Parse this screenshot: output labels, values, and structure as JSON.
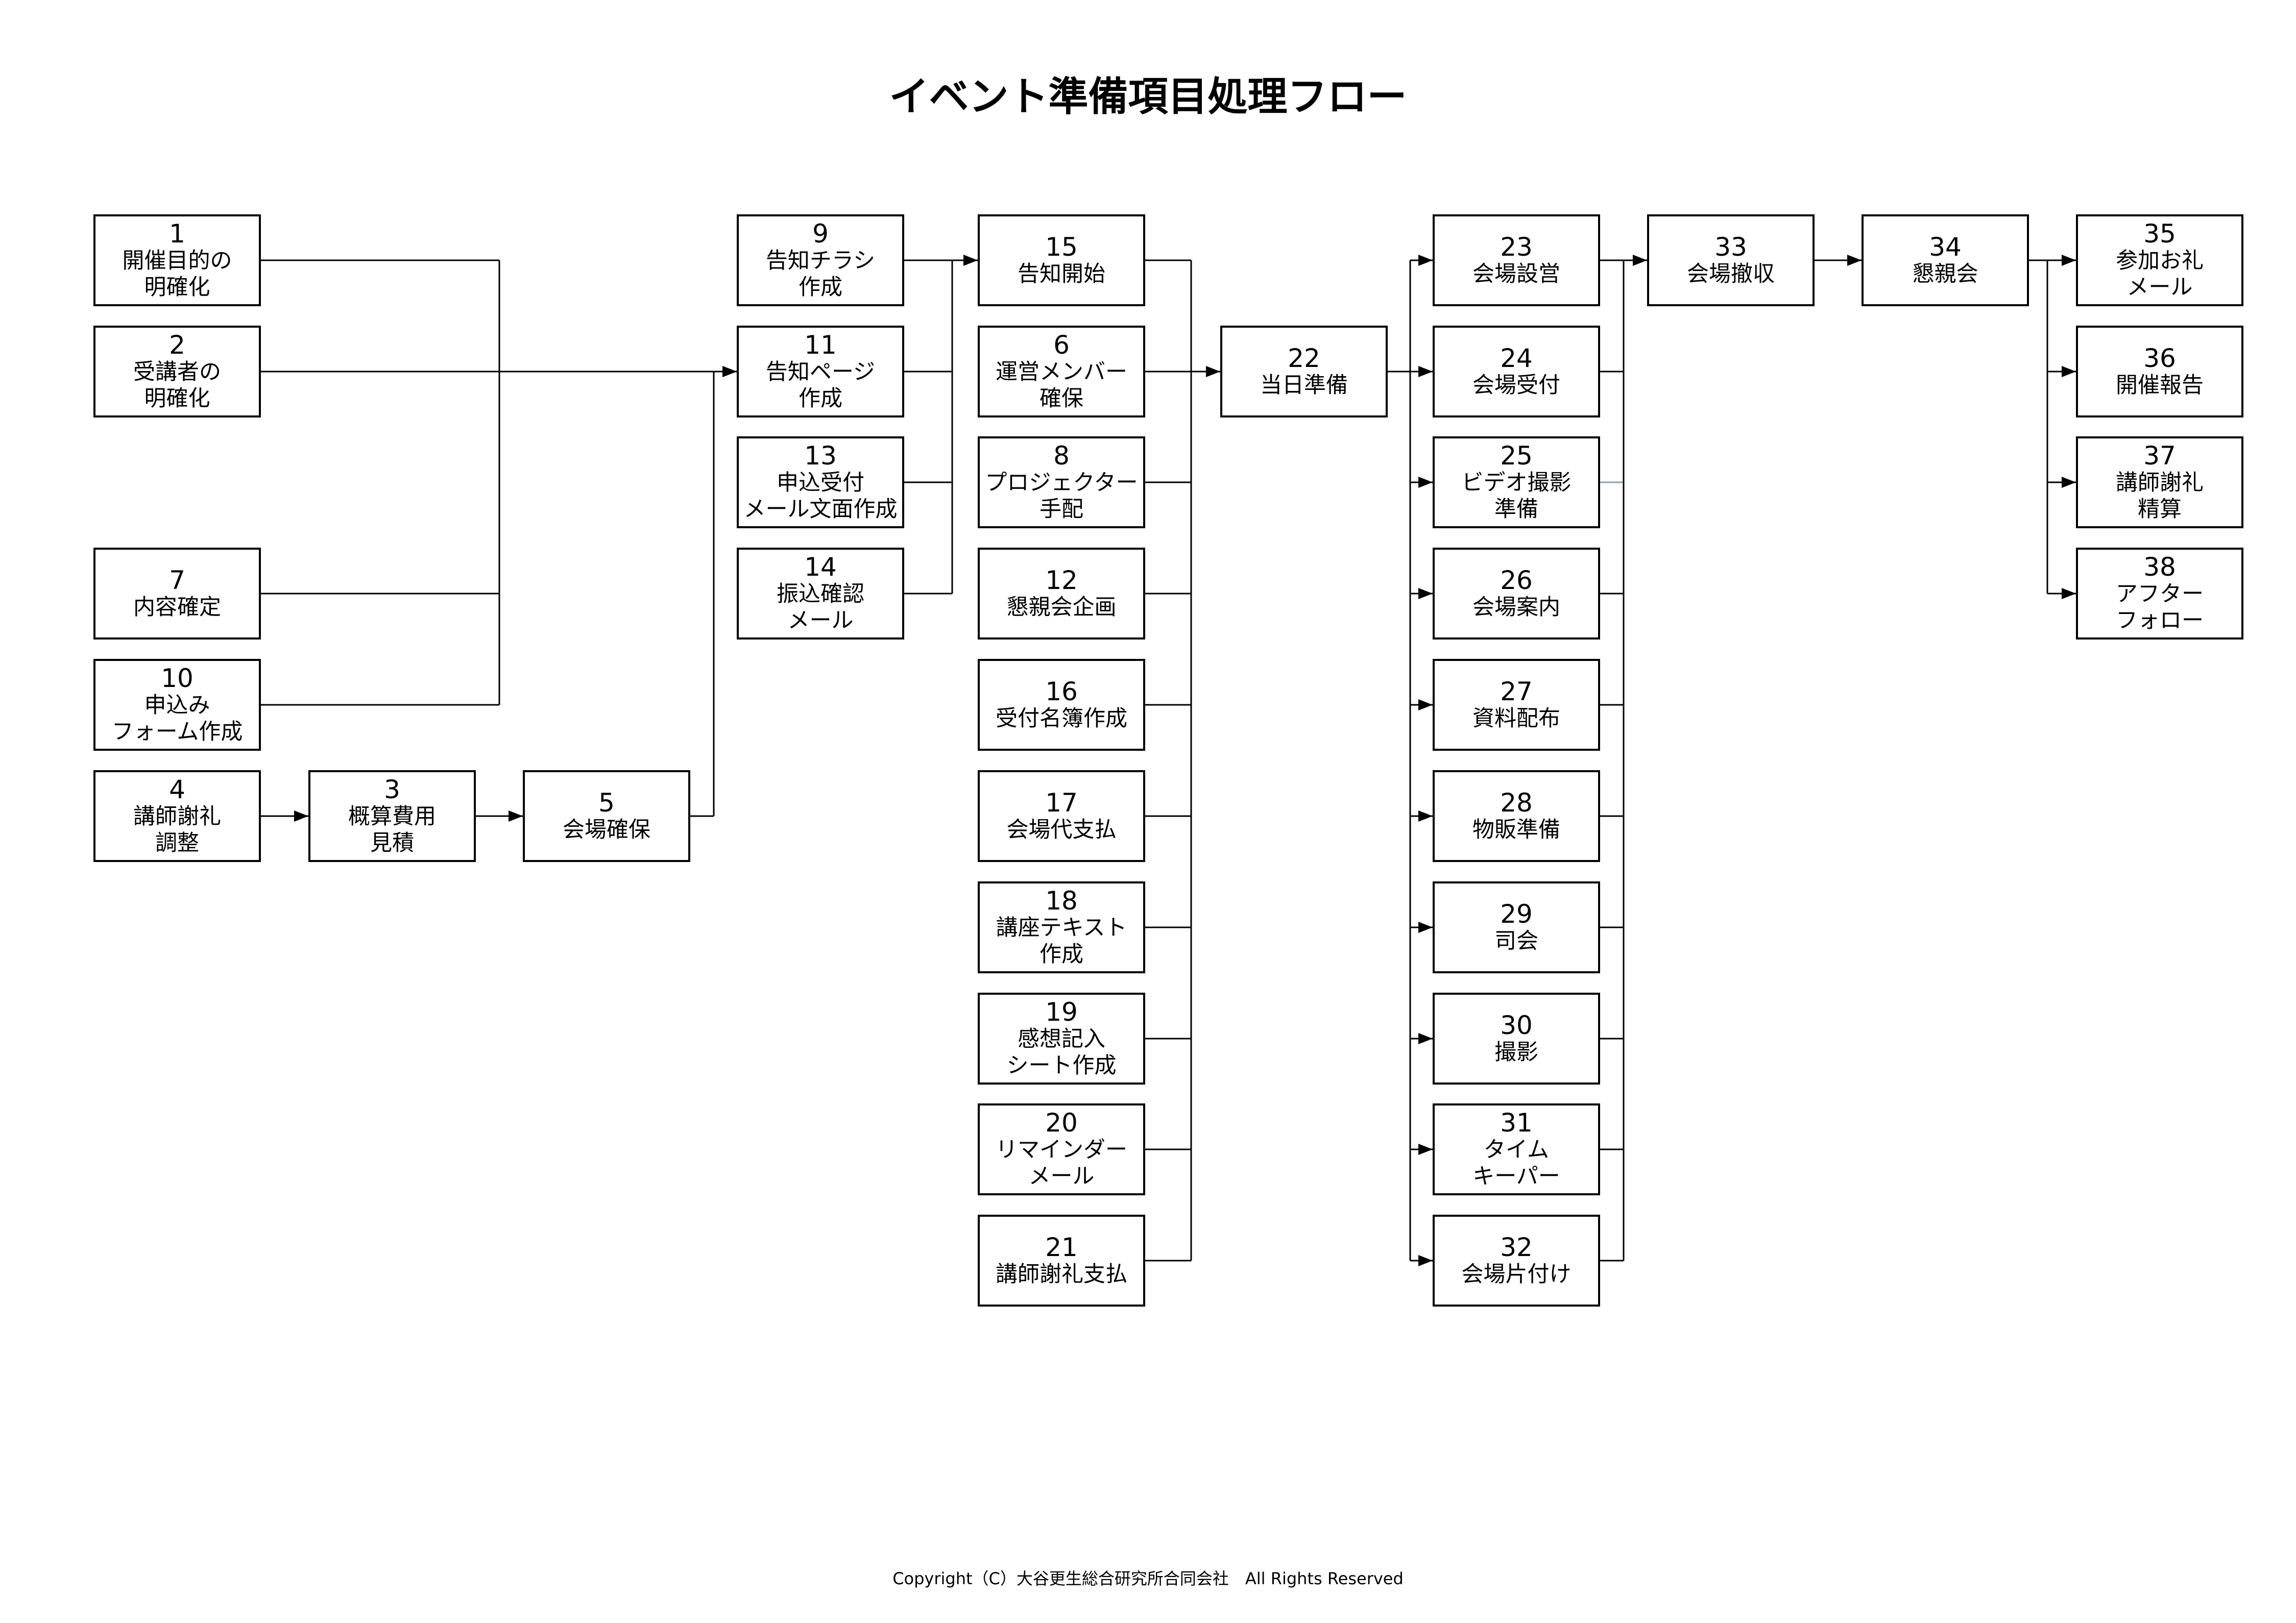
{
  "title": "イベント準備項目処理フロー",
  "copyright": "Copyright（C）大谷更生総合研究所合同会社　All Rights Reserved",
  "colors": {
    "line": "#000000",
    "box_border": "#000000",
    "box_fill": "#ffffff",
    "accent_line": "#8aa0b4"
  },
  "nodes": [
    {
      "id": "1",
      "label": "開催目的の\n明確化"
    },
    {
      "id": "2",
      "label": "受講者の\n明確化"
    },
    {
      "id": "7",
      "label": "内容確定"
    },
    {
      "id": "10",
      "label": "申込み\nフォーム作成"
    },
    {
      "id": "4",
      "label": "講師謝礼\n調整"
    },
    {
      "id": "3",
      "label": "概算費用\n見積"
    },
    {
      "id": "5",
      "label": "会場確保"
    },
    {
      "id": "9",
      "label": "告知チラシ\n作成"
    },
    {
      "id": "11",
      "label": "告知ページ\n作成"
    },
    {
      "id": "13",
      "label": "申込受付\nメール文面作成"
    },
    {
      "id": "14",
      "label": "振込確認\nメール"
    },
    {
      "id": "15",
      "label": "告知開始"
    },
    {
      "id": "6",
      "label": "運営メンバー\n確保"
    },
    {
      "id": "8",
      "label": "プロジェクター\n手配"
    },
    {
      "id": "12",
      "label": "懇親会企画"
    },
    {
      "id": "16",
      "label": "受付名簿作成"
    },
    {
      "id": "17",
      "label": "会場代支払"
    },
    {
      "id": "18",
      "label": "講座テキスト\n作成"
    },
    {
      "id": "19",
      "label": "感想記入\nシート作成"
    },
    {
      "id": "20",
      "label": "リマインダー\nメール"
    },
    {
      "id": "21",
      "label": "講師謝礼支払"
    },
    {
      "id": "22",
      "label": "当日準備"
    },
    {
      "id": "23",
      "label": "会場設営"
    },
    {
      "id": "24",
      "label": "会場受付"
    },
    {
      "id": "25",
      "label": "ビデオ撮影\n準備"
    },
    {
      "id": "26",
      "label": "会場案内"
    },
    {
      "id": "27",
      "label": "資料配布"
    },
    {
      "id": "28",
      "label": "物販準備"
    },
    {
      "id": "29",
      "label": "司会"
    },
    {
      "id": "30",
      "label": "撮影"
    },
    {
      "id": "31",
      "label": "タイム\nキーパー"
    },
    {
      "id": "32",
      "label": "会場片付け"
    },
    {
      "id": "33",
      "label": "会場撤収"
    },
    {
      "id": "34",
      "label": "懇親会"
    },
    {
      "id": "35",
      "label": "参加お礼\nメール"
    },
    {
      "id": "36",
      "label": "開催報告"
    },
    {
      "id": "37",
      "label": "講師謝礼\n精算"
    },
    {
      "id": "38",
      "label": "アフター\nフォロー"
    }
  ],
  "edges": [
    {
      "from": [
        "1",
        "2",
        "7",
        "10"
      ],
      "to": "11"
    },
    {
      "from": [
        "4"
      ],
      "to": "3"
    },
    {
      "from": [
        "3"
      ],
      "to": "5"
    },
    {
      "from": [
        "5"
      ],
      "to": "11"
    },
    {
      "from": [
        "9",
        "11",
        "13",
        "14"
      ],
      "to": "15"
    },
    {
      "from": [
        "15",
        "6",
        "8",
        "12",
        "16",
        "17",
        "18",
        "19",
        "20",
        "21"
      ],
      "to": "22"
    },
    {
      "from": [
        "22"
      ],
      "to": [
        "23",
        "24",
        "25",
        "26",
        "27",
        "28",
        "29",
        "30",
        "31",
        "32"
      ]
    },
    {
      "from": [
        "23",
        "24",
        "25",
        "26",
        "27",
        "28",
        "29",
        "30",
        "31",
        "32"
      ],
      "to": "33"
    },
    {
      "from": [
        "33"
      ],
      "to": "34"
    },
    {
      "from": [
        "34"
      ],
      "to": [
        "35",
        "36",
        "37",
        "38"
      ]
    }
  ]
}
